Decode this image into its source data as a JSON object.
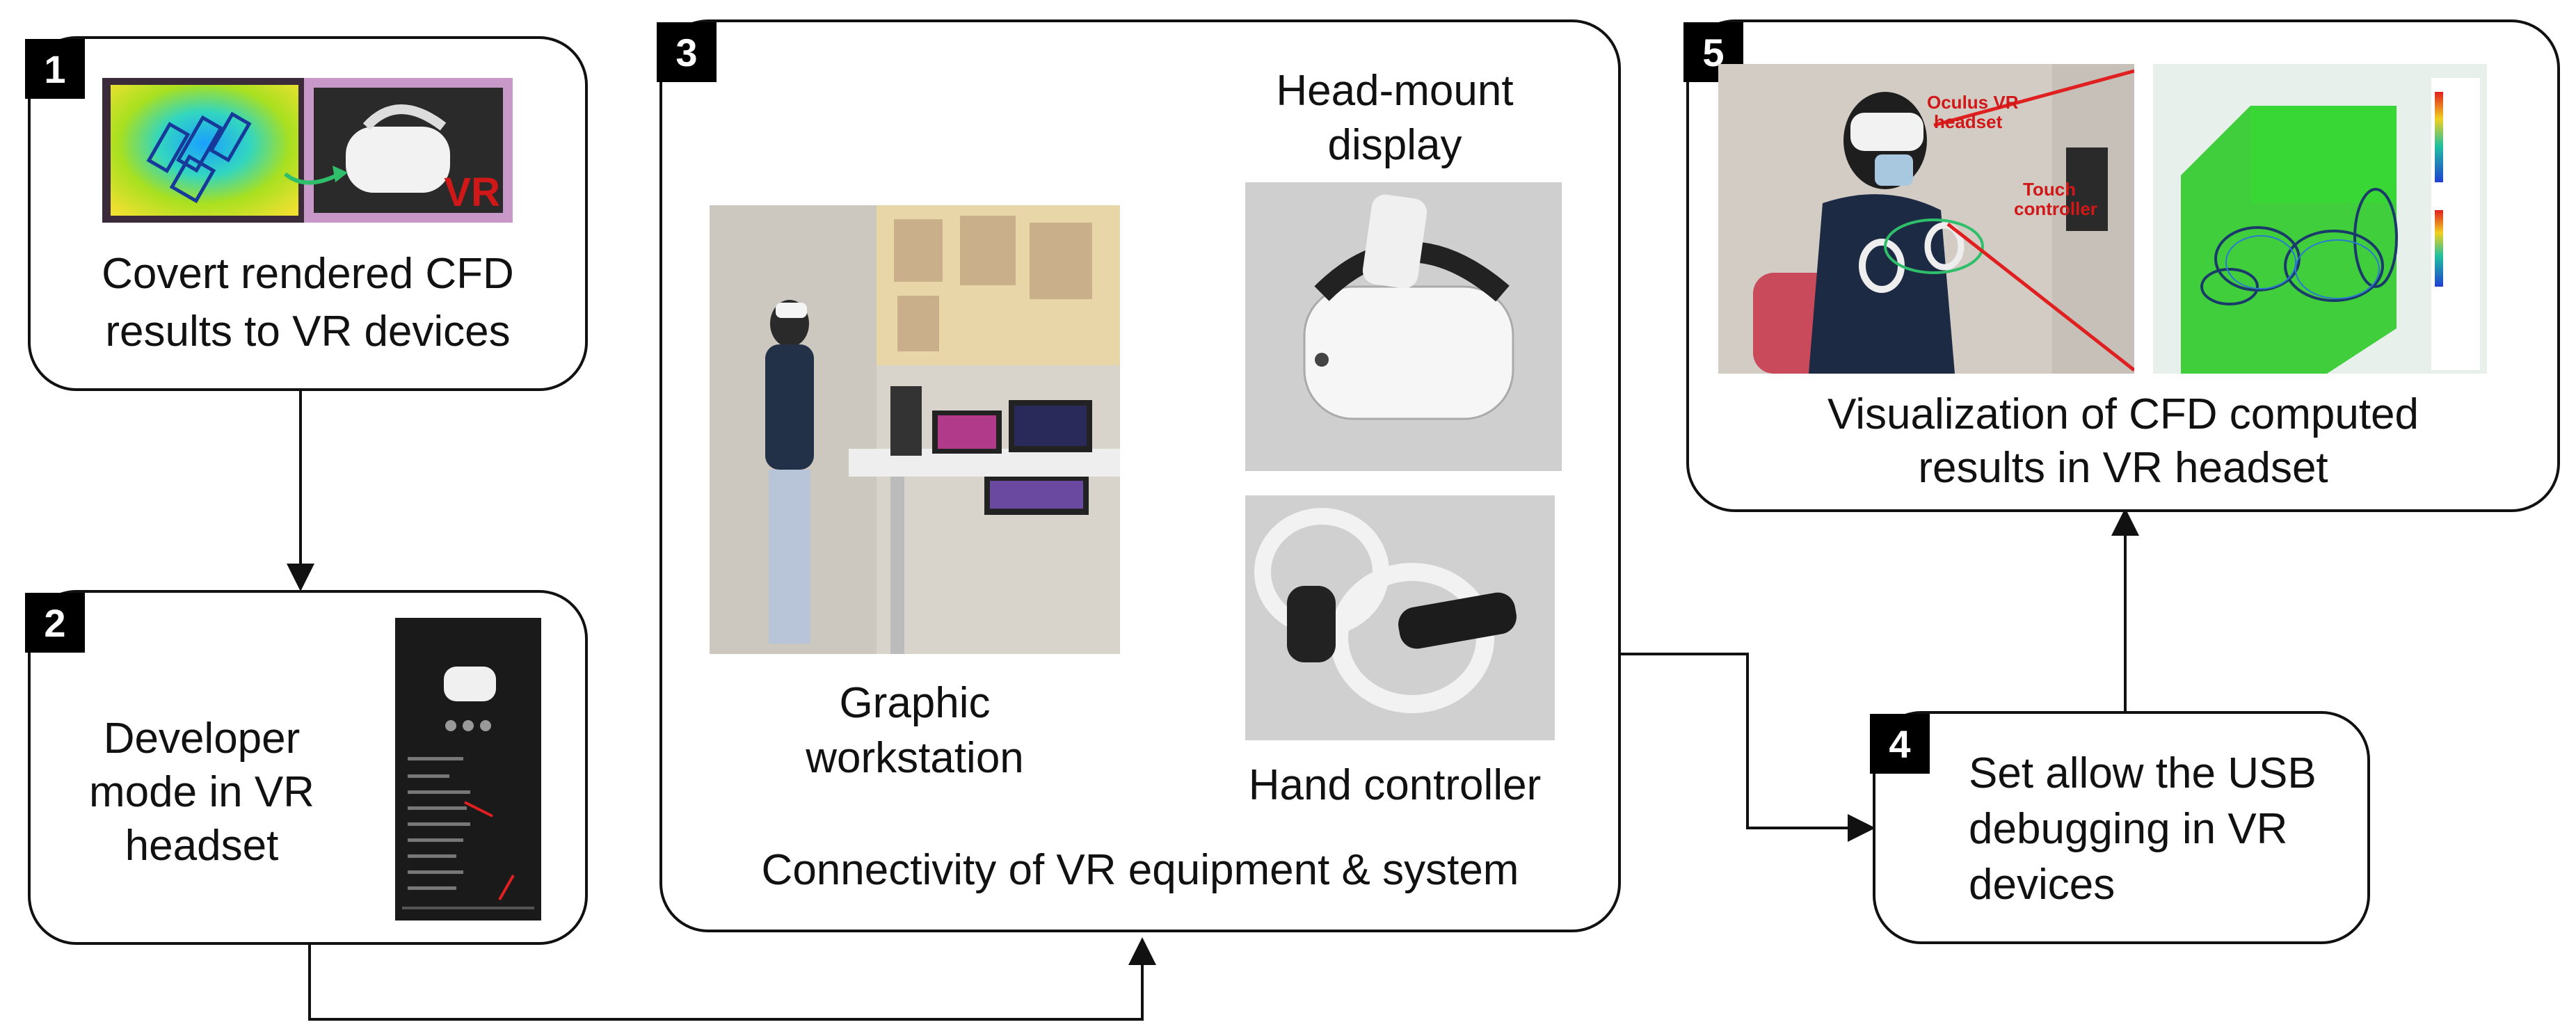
{
  "steps": [
    {
      "number": "1",
      "label_lines": [
        "Covert rendered CFD",
        "results to VR devices"
      ],
      "image_label": "VR"
    },
    {
      "number": "2",
      "label_lines": [
        "Developer",
        "mode in VR",
        "headset"
      ]
    },
    {
      "number": "3",
      "title": "Connectivity of VR equipment & system",
      "workstation_lines": [
        "Graphic",
        "workstation"
      ],
      "hmd_lines": [
        "Head-mount",
        "display"
      ],
      "controller_label": "Hand controller"
    },
    {
      "number": "4",
      "label_lines": [
        "Set allow the USB",
        "debugging in VR",
        "devices"
      ]
    },
    {
      "number": "5",
      "label_lines": [
        "Visualization of CFD computed",
        "results in VR headset"
      ],
      "photo_labels": [
        "Oculus VR",
        "headset",
        "Touch",
        "controller"
      ]
    }
  ],
  "colors": {
    "arrow": "#111111",
    "red_arrow": "#e02020",
    "green_arrow": "#2fbf6a",
    "cfd_green": "#22c81e"
  }
}
